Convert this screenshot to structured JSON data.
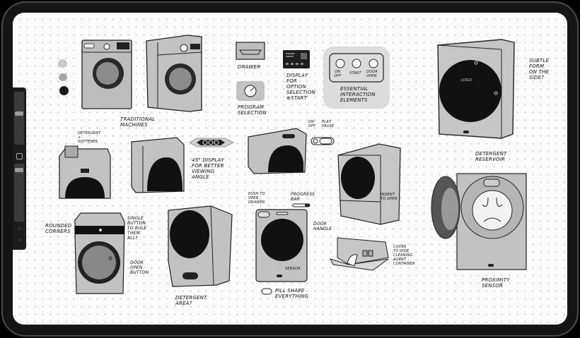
{
  "toolbar": {
    "tools": [
      "slider-1",
      "square-button",
      "slider-2",
      "undo",
      "redo"
    ]
  },
  "swatches": [
    "#c9c9c9",
    "#a8a8a8",
    "#1a1a1a"
  ],
  "annotations": {
    "traditional_machines": "Traditional\nmachines",
    "drawer": "Drawer",
    "display": "Display\nfor\noption\nselection\n⊕Start",
    "program_selection": "Program\nselection",
    "essential": "Essential\ninteraction\nelements",
    "on_off": "On\nOff",
    "start": "Start",
    "door_open": "Door\nOpen",
    "subtle_form": "Subtle\nform\non the\nside?",
    "logo": "LOGO",
    "detergent_softener": "Detergent\n+\nsoftener",
    "display_45": "45° display\nfor better\nviewing\nangle",
    "on_off_small": "On\noff",
    "play_pause": "Play\npause",
    "indent_to_open": "Indent\nto open",
    "detergent_reservoir": "Detergent\nreservoir",
    "rounded_corners": "Rounded\ncorners",
    "single_button": "Single\nbutton\nto rule\nthem\nall?",
    "door_open_button": "Door\nopen\nbutton",
    "detergent_area": "Detergent\narea?",
    "push_to_open": "Push to\nopen\ndrawer",
    "progress_bar": "Progress\nbar",
    "door_handle": "Door\nhandle",
    "sensor": "Sensor",
    "pill_shape": "Pill shape\neverything",
    "cover_hide": "Cover\nto hide\ncleaning\nagent\ncontainer",
    "proximity_sensor": "Proximity\nsensor"
  }
}
